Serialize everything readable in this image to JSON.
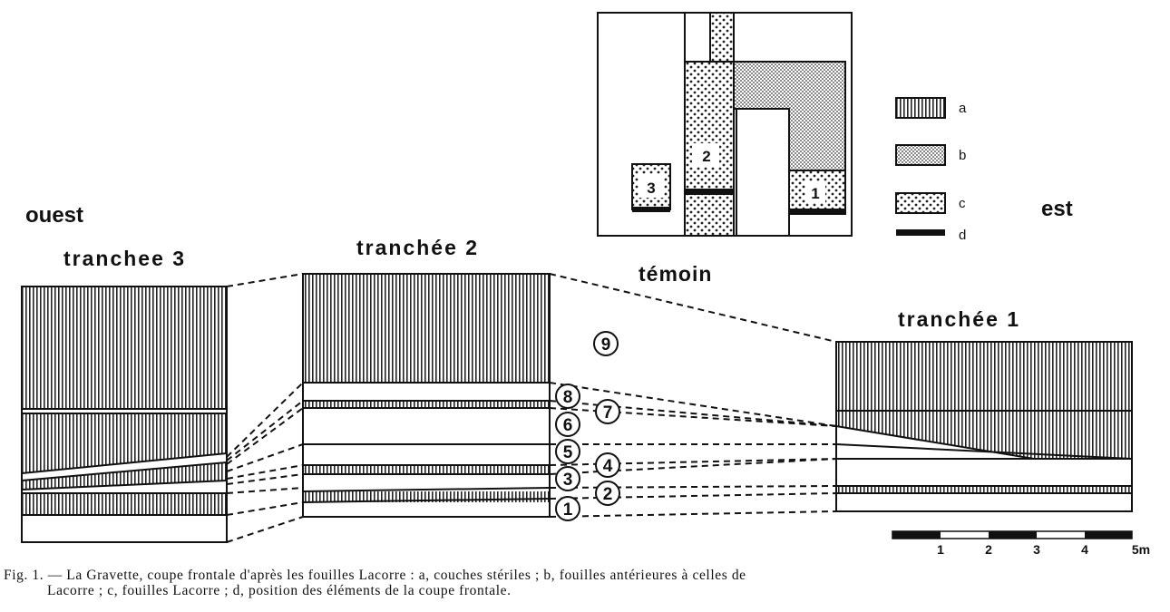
{
  "labels": {
    "west": "ouest",
    "east": "est",
    "trench3": "tranchee 3",
    "trench2": "tranchée 2",
    "witness": "témoin",
    "trench1": "tranchée 1"
  },
  "layer_numbers": [
    "1",
    "2",
    "3",
    "4",
    "5",
    "6",
    "7",
    "8",
    "9"
  ],
  "plan_numbers": [
    "1",
    "2",
    "3"
  ],
  "legend": [
    {
      "key": "a",
      "pattern": "vertical-hatch"
    },
    {
      "key": "b",
      "pattern": "fine-dots"
    },
    {
      "key": "c",
      "pattern": "coarse-dots"
    },
    {
      "key": "d",
      "pattern": "solid-bar"
    }
  ],
  "scale": {
    "ticks": [
      "1",
      "2",
      "3",
      "4",
      "5m"
    ]
  },
  "caption": {
    "line1": "Fig. 1. — La Gravette, coupe frontale d'après les fouilles Lacorre : a, couches stériles ; b, fouilles antérieures à celles de",
    "line2": "Lacorre ; c, fouilles Lacorre ; d, position des éléments de la coupe frontale."
  }
}
